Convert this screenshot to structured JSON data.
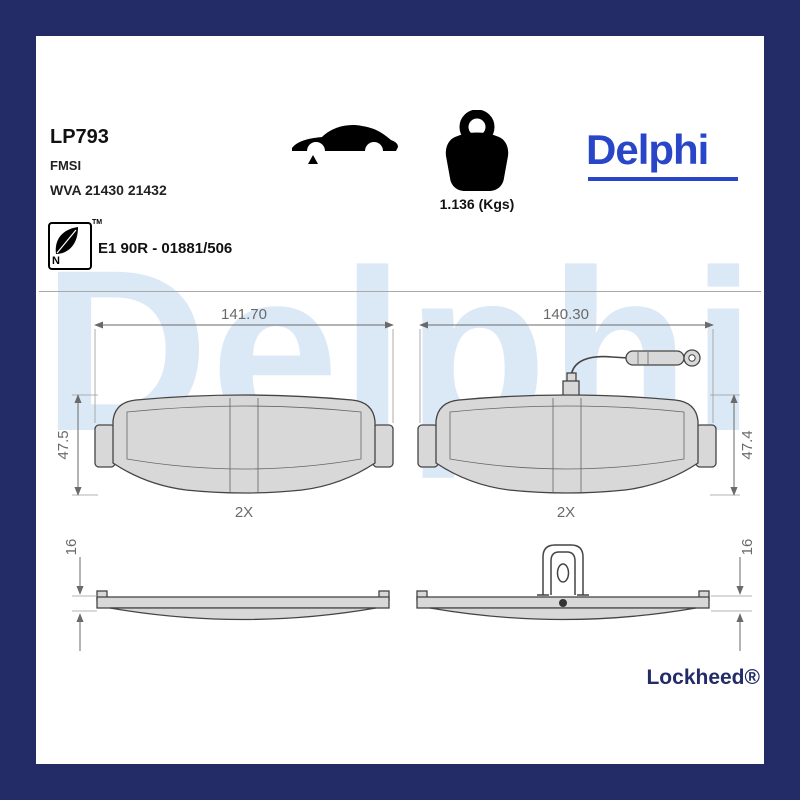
{
  "header": {
    "part_number": "LP793",
    "fmsi": "FMSI",
    "wva": "WVA 21430 21432",
    "weight": "1.136 (Kgs)",
    "brand_logo": "Delphi",
    "approval": "E1 90R - 01881/506",
    "eco": {
      "n_label": "N",
      "tm": "TM"
    }
  },
  "drawing": {
    "left_pad": {
      "width_dim": "141.70",
      "height_dim": "47.5",
      "qty": "2X",
      "thickness_dim": "16"
    },
    "right_pad": {
      "width_dim": "140.30",
      "height_dim": "47.4",
      "qty": "2X",
      "thickness_dim": "16"
    }
  },
  "watermark": "Delphi",
  "footer": {
    "brand": "Lockheed®"
  },
  "colors": {
    "frame_navy": "#242c68",
    "delphi_blue": "#2945c8",
    "watermark_blue": "#cfe1f3",
    "dim_gray": "#6a6a6a",
    "pad_fill": "#d8d8d8"
  }
}
